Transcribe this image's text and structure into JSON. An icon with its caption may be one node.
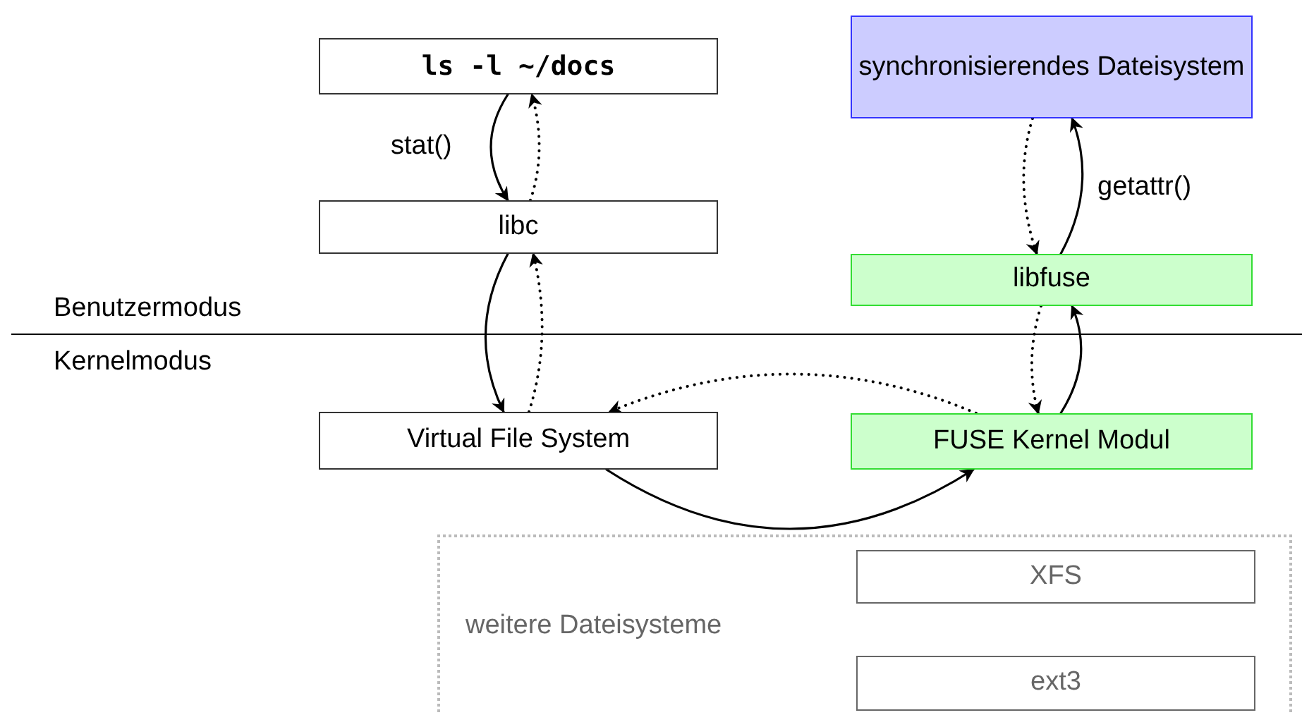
{
  "diagram": {
    "nodes": [
      {
        "text": [
          "ls -l ~/docs"
        ]
      },
      {
        "text": [
          "libc"
        ]
      },
      {
        "text": [
          "Virtual File System"
        ]
      },
      {
        "text": [
          "synchronisierendes Dateisystem"
        ]
      },
      {
        "text": [
          "libfuse"
        ]
      },
      {
        "text": [
          "FUSE Kernel Modul"
        ]
      },
      {
        "text": [
          "weitere Dateisysteme"
        ]
      },
      {
        "text": [
          "XFS"
        ],
        "in": 6
      },
      {
        "text": [
          "ext3"
        ],
        "in": 6
      }
    ],
    "edges": [
      {
        "from": 0,
        "to": 1,
        "arrow": "to",
        "label": "stat()"
      },
      {
        "from": 1,
        "to": 0,
        "arrow": "to",
        "style": "dashed"
      },
      {
        "from": 1,
        "to": 2,
        "arrow": "to"
      },
      {
        "from": 2,
        "to": 1,
        "arrow": "to",
        "style": "dashed"
      },
      {
        "from": 2,
        "to": 5,
        "arrow": "to"
      },
      {
        "from": 5,
        "to": 2,
        "arrow": "to",
        "style": "dashed"
      },
      {
        "from": 5,
        "to": 4,
        "arrow": "to"
      },
      {
        "from": 4,
        "to": 5,
        "arrow": "to",
        "style": "dashed"
      },
      {
        "from": 4,
        "to": 3,
        "arrow": "to",
        "label": "getattr()"
      },
      {
        "from": 3,
        "to": 4,
        "arrow": "to",
        "style": "dashed"
      }
    ],
    "labels": [
      "Benutzermodus",
      "Kernelmodus"
    ]
  }
}
